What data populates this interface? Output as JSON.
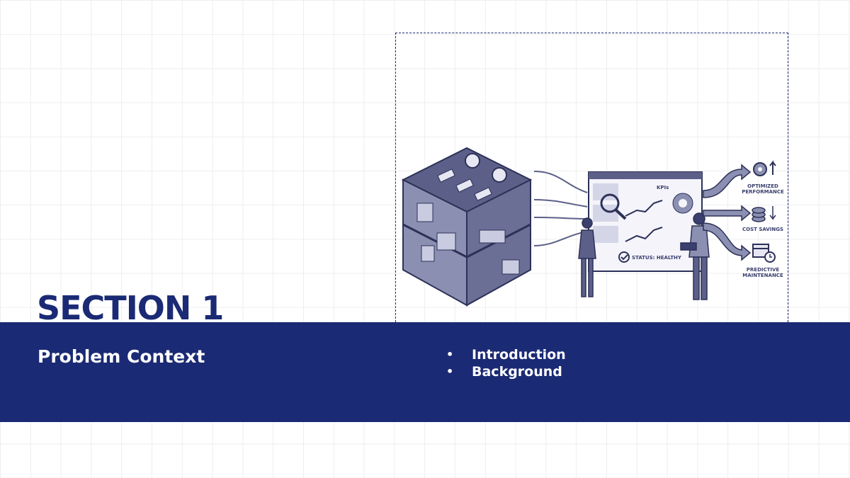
{
  "slide": {
    "section_title": "SECTION 1",
    "subtitle": "Problem Context",
    "bullets": [
      "Introduction",
      "Background"
    ]
  },
  "illustration": {
    "panel_badge": "KPIs",
    "status_label": "STATUS: HEALTHY",
    "outcomes": [
      {
        "line1": "OPTIMIZED",
        "line2": "PERFORMANCE",
        "icon": "gear-icon"
      },
      {
        "line1": "COST SAVINGS",
        "line2": "",
        "icon": "coins-icon"
      },
      {
        "line1": "PREDICTIVE",
        "line2": "MAINTENANCE",
        "icon": "calendar-clock-icon"
      }
    ]
  },
  "colors": {
    "brand": "#1b2a74",
    "illustration_ink": "#3a3f6e",
    "illustration_fill": "#a9accb"
  }
}
